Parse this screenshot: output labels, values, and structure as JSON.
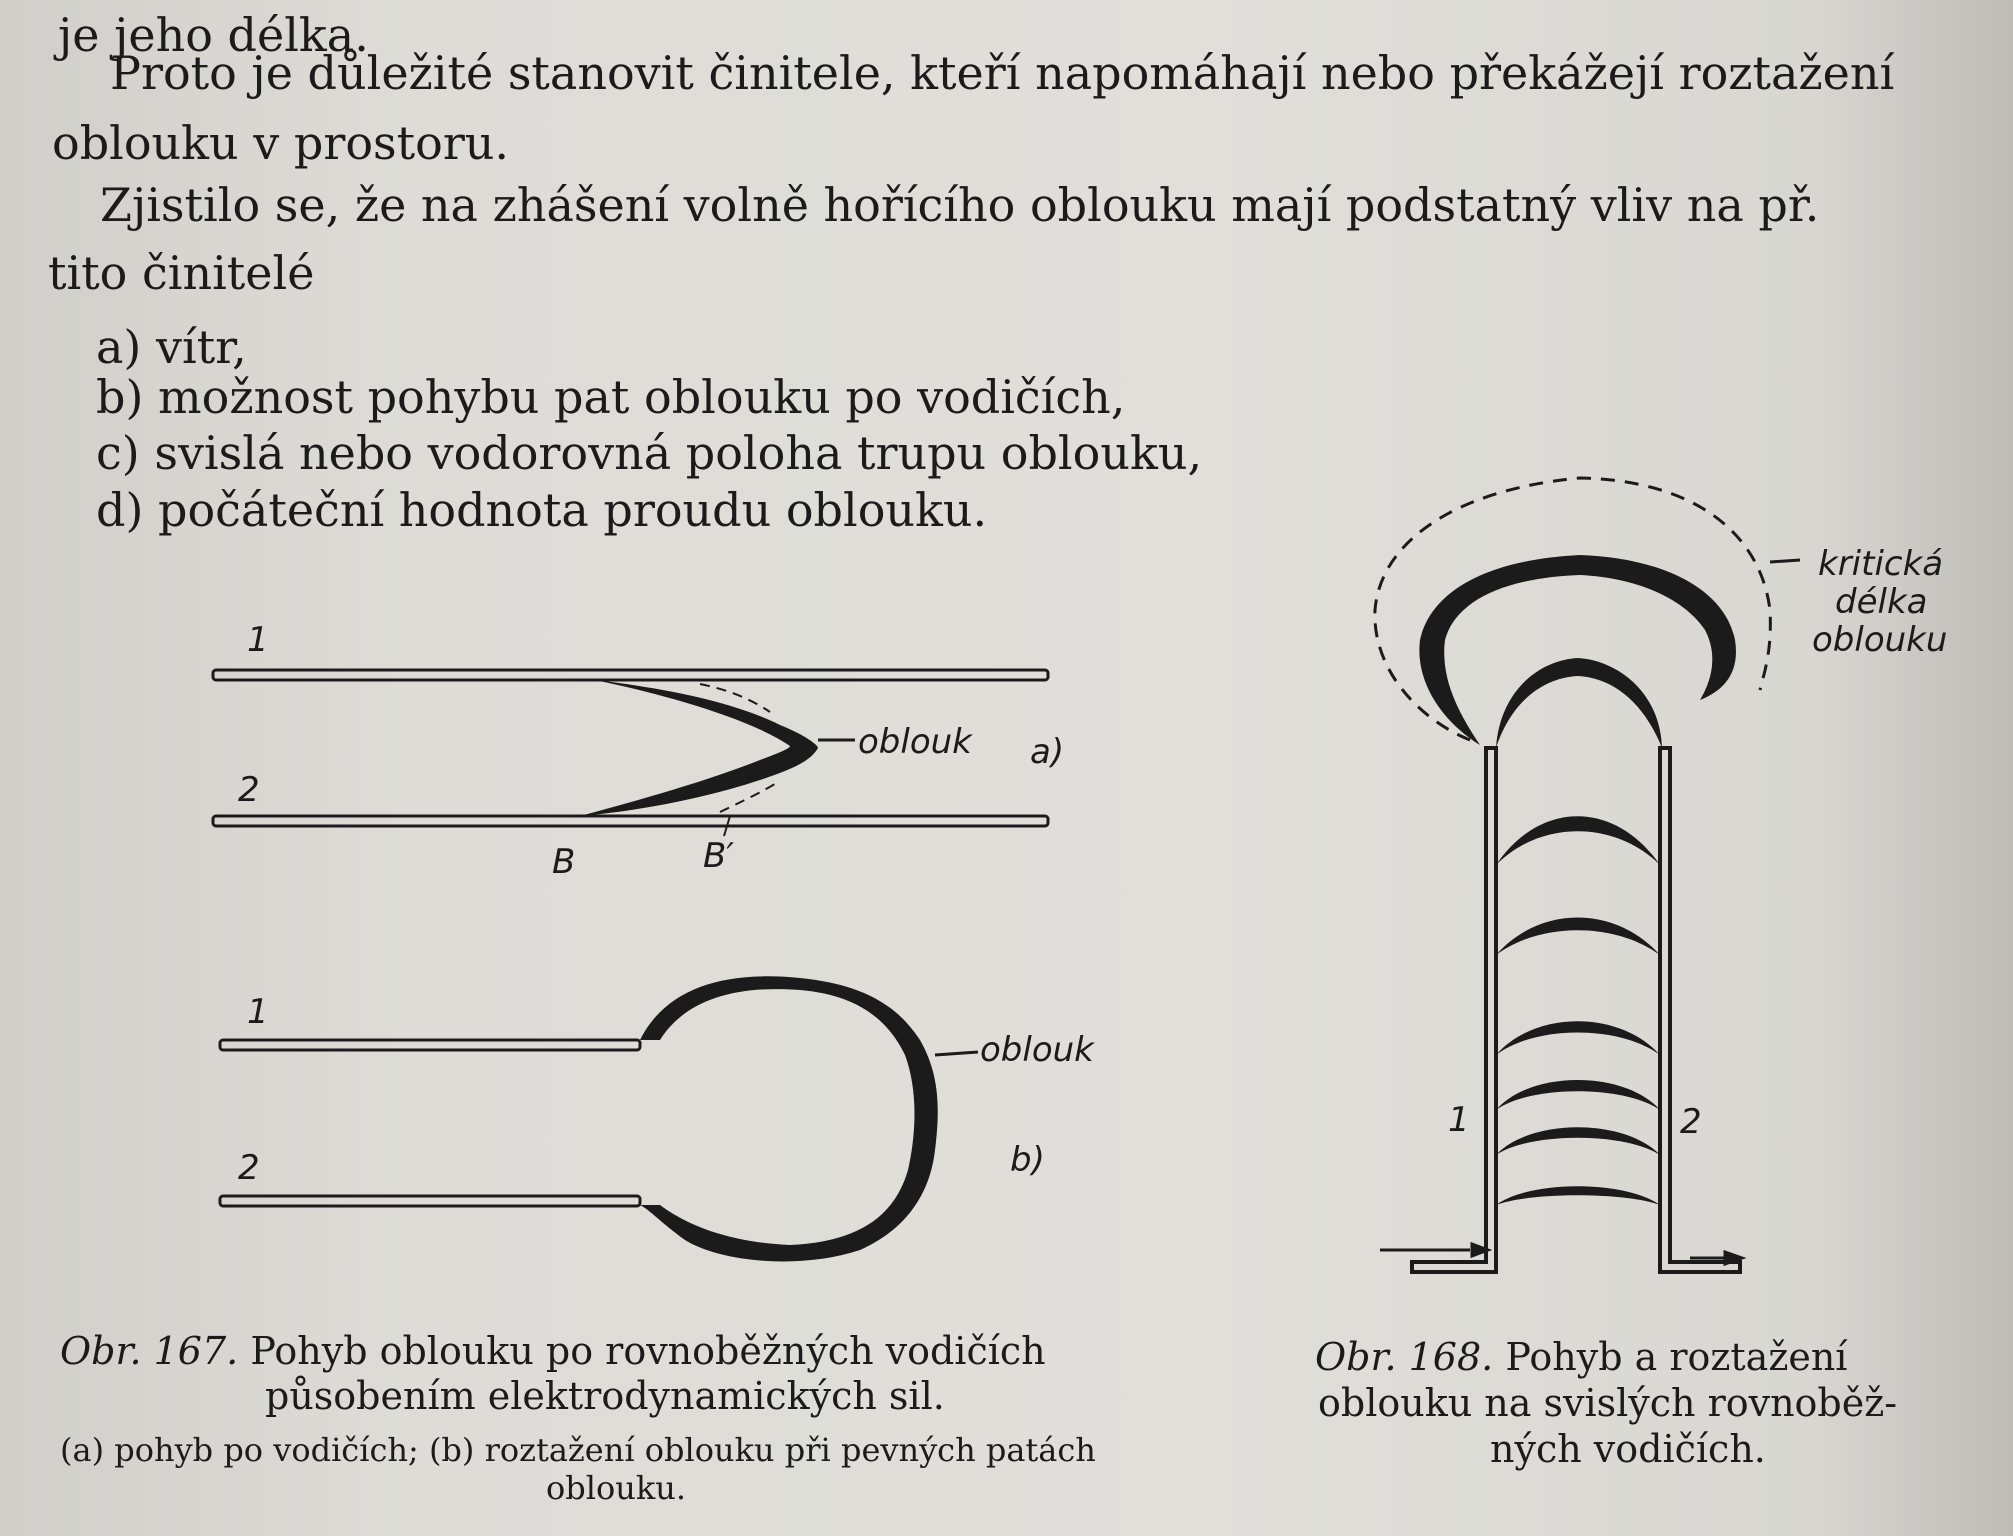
{
  "paragraphs": {
    "line1": "je jeho délka.",
    "line2": "Proto je důležité stanovit činitele, kteří napomáhají nebo překážejí roztažení",
    "line3": "oblouku v prostoru.",
    "line4": "Zjistilo se, že na zhášení volně hořícího oblouku mají podstatný vliv na př.",
    "line5": "tito činitelé"
  },
  "list": [
    {
      "label": "a) vítr,"
    },
    {
      "label": "b) možnost pohybu pat oblouku po vodičích,"
    },
    {
      "label": "c) svislá nebo vodorovná poloha trupu oblouku,"
    },
    {
      "label": "d) počáteční hodnota proudu oblouku."
    }
  ],
  "fig167": {
    "a": {
      "conductor1": "1",
      "conductor2": "2",
      "arc_label": "oblouk",
      "panel": "a)",
      "point_b": "B",
      "point_b2": "B′"
    },
    "b": {
      "conductor1": "1",
      "conductor2": "2",
      "arc_label": "oblouk",
      "panel": "b)"
    },
    "caption_num": "Obr. 167.",
    "caption_line1": "Pohyb oblouku po rovnoběžných vodičích",
    "caption_line2": "působením elektrodynamických sil.",
    "sub_line1": "(a) pohyb po vodičích; (b) roztažení oblouku při pevných patách",
    "sub_line2": "oblouku."
  },
  "fig168": {
    "label_1": "kritická",
    "label_2": "délka",
    "label_3": "oblouku",
    "conductor1": "1",
    "conductor2": "2",
    "caption_num": "Obr. 168.",
    "caption_line1": "Pohyb a roztažení",
    "caption_line2": "oblouku na svislých rovnoběž-",
    "caption_line3": "ných vodičích."
  },
  "colors": {
    "paper": "#dddcd7",
    "ink": "#1b1b1b"
  }
}
